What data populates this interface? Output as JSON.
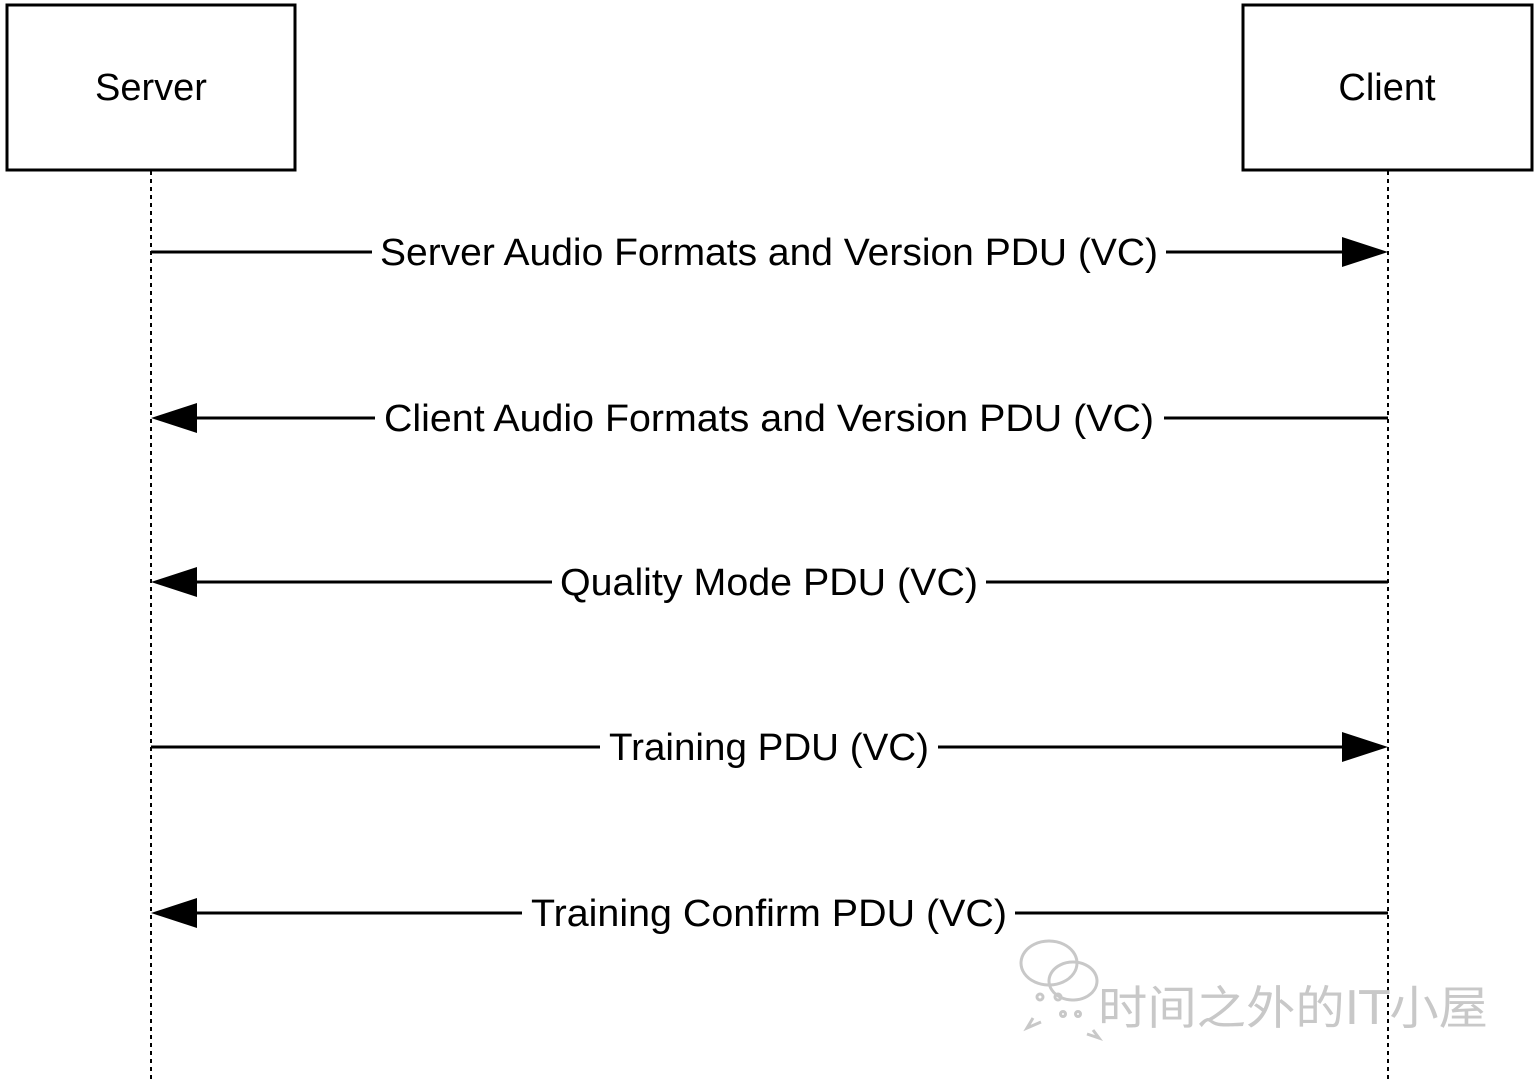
{
  "participants": {
    "server": {
      "label": "Server"
    },
    "client": {
      "label": "Client"
    }
  },
  "messages": [
    {
      "label": "Server Audio Formats and Version PDU (VC)",
      "from": "server",
      "to": "client"
    },
    {
      "label": "Client Audio Formats and Version PDU (VC)",
      "from": "client",
      "to": "server"
    },
    {
      "label": "Quality Mode PDU (VC)",
      "from": "client",
      "to": "server"
    },
    {
      "label": "Training PDU (VC)",
      "from": "server",
      "to": "client"
    },
    {
      "label": "Training Confirm PDU (VC)",
      "from": "client",
      "to": "server"
    }
  ],
  "watermark": {
    "text": "时间之外的IT小屋",
    "icon": "wechat-icon",
    "color": "#c8c8c8"
  }
}
